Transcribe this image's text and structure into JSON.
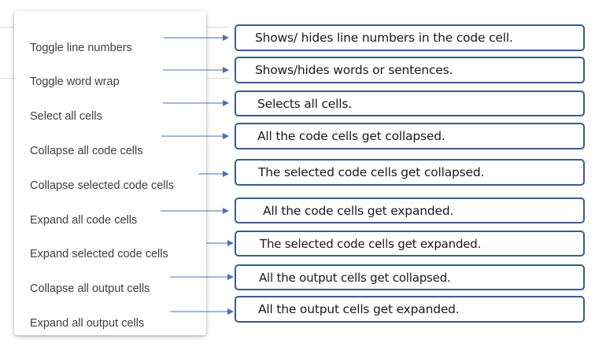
{
  "menu": {
    "items": [
      {
        "label": "Toggle line numbers"
      },
      {
        "label": "Toggle word wrap"
      },
      {
        "label": "Select all cells"
      },
      {
        "label": "Collapse all code cells"
      },
      {
        "label": "Collapse selected code cells"
      },
      {
        "label": "Expand all code cells"
      },
      {
        "label": "Expand selected code cells"
      },
      {
        "label": "Collapse all output cells"
      },
      {
        "label": "Expand all output cells"
      }
    ]
  },
  "descriptions": [
    {
      "text": "Shows/ hides line numbers in the code cell."
    },
    {
      "text": "Shows/hides words or sentences."
    },
    {
      "text": "Selects all cells."
    },
    {
      "text": "All the code cells get collapsed."
    },
    {
      "text": "The selected code cells get collapsed."
    },
    {
      "text": "All the code cells get expanded."
    },
    {
      "text": "The selected code cells get expanded."
    },
    {
      "text": "All the output cells get collapsed."
    },
    {
      "text": "All the output cells get expanded."
    }
  ],
  "colors": {
    "arrow": "#4a6fb5",
    "box_border": "#3d5a8c",
    "menu_text": "#3c4043"
  }
}
